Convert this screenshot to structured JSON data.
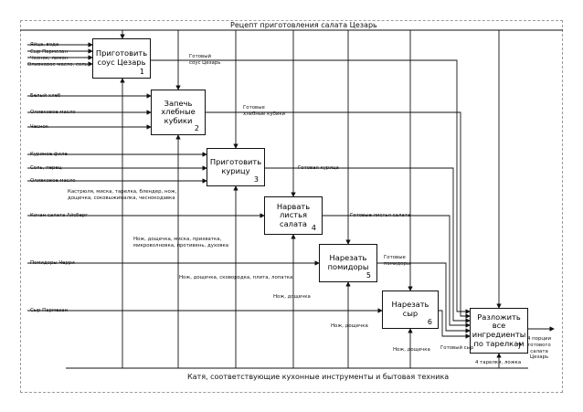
{
  "diagram": {
    "title": "Рецепт приготовления салата Цезарь",
    "mechanism_label": "Катя, соответствующие кухонные инструменты и бытовая техника",
    "blocks": [
      {
        "name": "Приготовить\nсоус Цезарь",
        "num": "1"
      },
      {
        "name": "Запечь\nхлебные\nкубики",
        "num": "2"
      },
      {
        "name": "Приготовить\nкурицу",
        "num": "3"
      },
      {
        "name": "Нарвать\nлистья салата",
        "num": "4"
      },
      {
        "name": "Нарезать\nпомидоры",
        "num": "5"
      },
      {
        "name": "Нарезать сыр",
        "num": "6"
      },
      {
        "name": "Разложить все\nингредиенты\nпо тарелкам",
        "num": "7"
      }
    ],
    "inputs": {
      "eggs_water": "Яйца, вода",
      "parmesan_1": "Сыр Пармезан",
      "garlic_lemon": "Чеснок, лимон",
      "olive_salt": "Оливковое масло, соль",
      "white_bread": "Белый хлеб",
      "olive_oil_2": "Оливковое масло",
      "garlic": "Чеснок",
      "chicken": "Куриное филе",
      "salt_pepper": "Соль, перец",
      "olive_oil_3": "Оливковое масло",
      "lettuce": "Кочан салата Айсберг",
      "tomatoes": "Помидоры Черри",
      "parmesan_2": "Сыр Пармезан"
    },
    "outputs": {
      "sauce": "Готовый\nсоус Цезарь",
      "croutons": "Готовые\nхлебные кубики",
      "chicken": "Готовая курица",
      "lettuce": "Готовые листья салата",
      "tomatoes": "Готовые\nпомидоры",
      "cheese": "Готовый сыр",
      "final": "4 порции\nготового\nсалата\nЦезарь"
    },
    "mechanisms": {
      "m1": "Кастрюля, миска, тарелка, блендер, нож,\nдощечка, соковыжималка, чеснокодавка",
      "m2": "Нож, дощечка, миска, прихватка,\nмикроволновка, противень, духовка",
      "m3": "Нож, дощечка, сковородка, плита, лопатка",
      "m4": "Нож, дощечка",
      "m5": "Нож, дощечка",
      "m6": "Нож, дощечка",
      "m7": "4 тарелки, ложка"
    }
  }
}
